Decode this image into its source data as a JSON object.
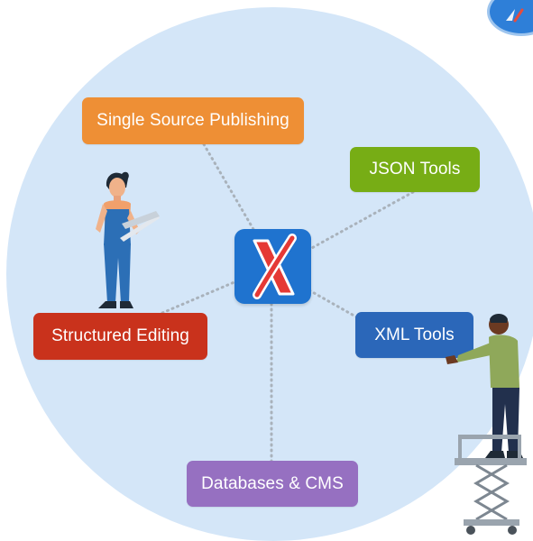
{
  "diagram": {
    "center": {
      "icon": "oxygen-x-logo-icon"
    },
    "nodes": [
      {
        "id": "single-source-publishing",
        "label": "Single Source Publishing",
        "color": "#ee8f35"
      },
      {
        "id": "json-tools",
        "label": "JSON Tools",
        "color": "#77ad15"
      },
      {
        "id": "structured-editing",
        "label": "Structured Editing",
        "color": "#c9321c"
      },
      {
        "id": "xml-tools",
        "label": "XML Tools",
        "color": "#2b67b9"
      },
      {
        "id": "databases-cms",
        "label": "Databases & CMS",
        "color": "#9670c1"
      }
    ],
    "colors": {
      "background_circle": "#d4e6f8",
      "connector": "#a9b2bb",
      "logo_background": "#1f73cf"
    }
  }
}
